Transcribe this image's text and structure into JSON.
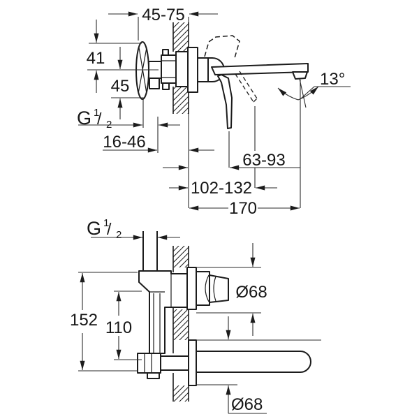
{
  "drawing": {
    "title": "Wall-mounted two-hole basin mixer installation drawing",
    "views": {
      "side_elevation": "side view through wall with spout and lever",
      "plan": "top/plan view with concealed body behind wall"
    },
    "colors": {
      "line": "#1c1c1c",
      "background": "#ffffff"
    }
  },
  "labels": {
    "span_depth": "45-75",
    "rosette_top": "41",
    "rosette_bottom": "45",
    "thread_side": {
      "prefix": "G",
      "numerator": "1",
      "slash": "/",
      "denominator": "2"
    },
    "wall_adjust": "16-46",
    "lever_reach": "63-93",
    "lever_reach_max": "102-132",
    "spout_reach": "170",
    "spray_angle": "13°",
    "thread_plan": {
      "prefix": "G",
      "numerator": "1",
      "slash": "/",
      "denominator": "2"
    },
    "body_height": "152",
    "port_distance": "110",
    "handle_diameter": "Ø68",
    "spout_rosette_diameter": "Ø68"
  }
}
